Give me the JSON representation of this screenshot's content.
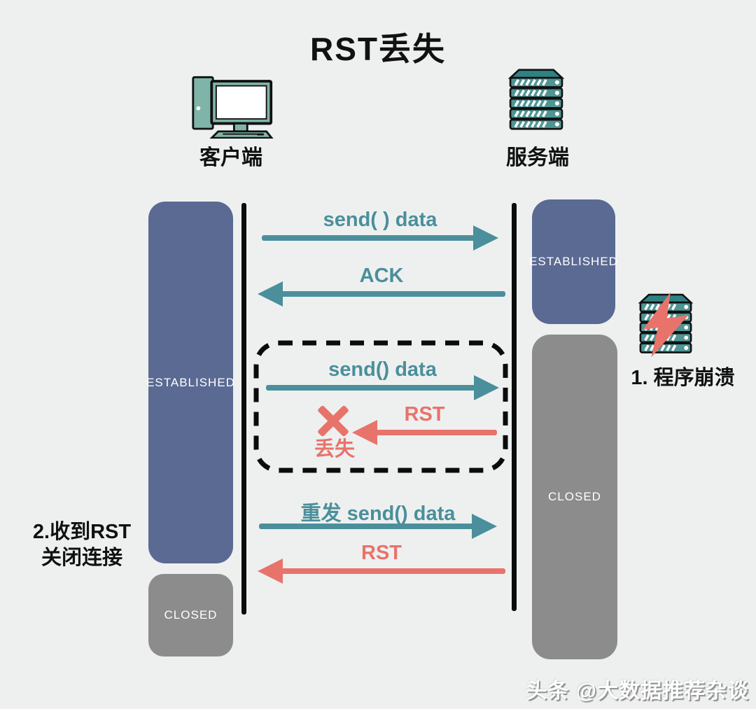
{
  "title": "RST丢失",
  "client": {
    "name": "客户端",
    "states": {
      "established": "ESTABLISHED",
      "closed": "CLOSED"
    }
  },
  "server": {
    "name": "服务端",
    "states": {
      "established": "ESTABLISHED",
      "closed": "CLOSED"
    }
  },
  "messages": [
    {
      "label": "send( ) data",
      "direction": "right",
      "color": "teal"
    },
    {
      "label": "ACK",
      "direction": "left",
      "color": "teal"
    },
    {
      "label": "send() data",
      "direction": "right",
      "color": "teal"
    },
    {
      "label": "RST",
      "direction": "left",
      "color": "red"
    },
    {
      "label": "重发 send() data",
      "direction": "right",
      "color": "teal"
    },
    {
      "label": "RST",
      "direction": "left",
      "color": "red"
    }
  ],
  "annotations": {
    "lost": "丢失",
    "crash": "1. 程序崩溃",
    "rst_close_line1": "2.收到RST",
    "rst_close_line2": "关闭连接"
  },
  "watermark": "头条 @大数据推荐杂谈",
  "colors": {
    "background": "#EEF0F0",
    "teal_arrow": "#4A8F9B",
    "red_arrow": "#E8736B",
    "established_blue": "#5B6A93",
    "closed_gray": "#8C8C8C",
    "icon_teal": "#4F9594",
    "icon_light_teal": "#7FB5A8",
    "crash_bolt_red": "#E8736B"
  }
}
